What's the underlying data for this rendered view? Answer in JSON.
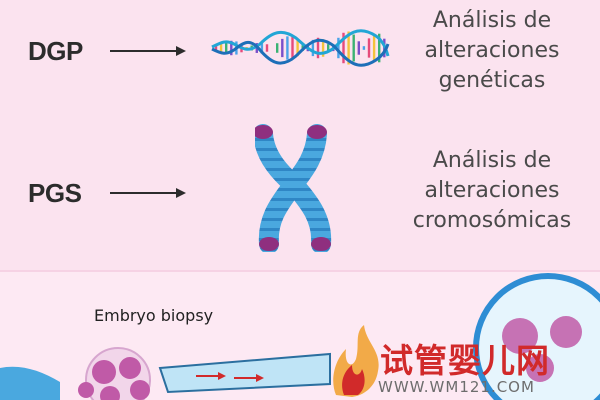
{
  "rows": [
    {
      "label": "DGP",
      "desc_lines": [
        "Análisis de",
        "alteraciones",
        "genéticas"
      ]
    },
    {
      "label": "PGS",
      "desc_lines": [
        "Análisis de",
        "alteraciones",
        "cromosómicas"
      ]
    }
  ],
  "bottom": {
    "caption": "Embryo biopsy"
  },
  "watermark": {
    "title": "试管婴儿网",
    "url": "WWW.WM121.COM"
  },
  "colors": {
    "background": "#fbe3ef",
    "dna_strand": "#22a6d6",
    "dna_rungs": [
      "#e64b7b",
      "#f3c33b",
      "#3bb273",
      "#7a4fc9",
      "#4aa3e8"
    ],
    "chromosome_body": "#4aa8df",
    "chromosome_tips": "#8f2f7f",
    "watermark_red": "#d12a2a",
    "embryo_cells": "#c05aa7"
  },
  "icons": [
    "arrow-right-icon",
    "dna-helix-icon",
    "chromosome-icon",
    "embryo-cell-icon",
    "pipette-icon",
    "flame-logo-icon"
  ]
}
